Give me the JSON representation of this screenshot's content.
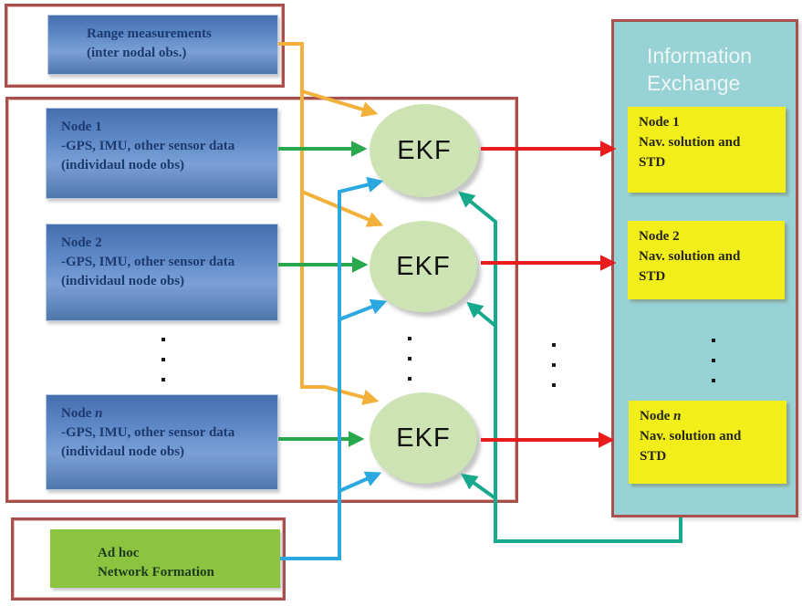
{
  "range_box": {
    "line1": "Range measurements",
    "line2": "(inter nodal obs.)"
  },
  "nodes": [
    {
      "title_prefix": "Node ",
      "title_suffix": "1",
      "line2": "-GPS, IMU, other sensor data",
      "line3": "(individaul node obs)"
    },
    {
      "title_prefix": "Node ",
      "title_suffix": "2",
      "line2": "-GPS, IMU, other sensor data",
      "line3": "(individaul node obs)"
    },
    {
      "title_prefix": "Node ",
      "title_suffix": "n",
      "line2": "-GPS, IMU, other sensor data",
      "line3": "(individaul node obs)"
    }
  ],
  "ekf_label": "EKF",
  "info_exchange": {
    "title_line1": "Information",
    "title_line2": "Exchange",
    "items": [
      {
        "title_prefix": "Node ",
        "title_suffix": "1",
        "line2": "Nav. solution and",
        "line3": "STD"
      },
      {
        "title_prefix": "Node ",
        "title_suffix": "2",
        "line2": "Nav. solution and",
        "line3": "STD"
      },
      {
        "title_prefix": "Node ",
        "title_suffix": "n",
        "line2": "Nav. solution and",
        "line3": "STD"
      }
    ]
  },
  "adhoc_box": {
    "line1": "Ad hoc",
    "line2": "Network Formation"
  },
  "colors": {
    "frame_red": "#a9504c",
    "arrow_red": "#e81b1d",
    "arrow_orange": "#f2b13a",
    "arrow_green": "#28a74c",
    "arrow_blue": "#2ca8e0",
    "arrow_teal": "#16a98c",
    "node_box_blue": "#5b86c4",
    "ekf_fill": "#cde3b4",
    "yellow_fill": "#f2ee19",
    "exchange_fill": "#97d2d6",
    "adhoc_fill": "#8cc43f"
  }
}
